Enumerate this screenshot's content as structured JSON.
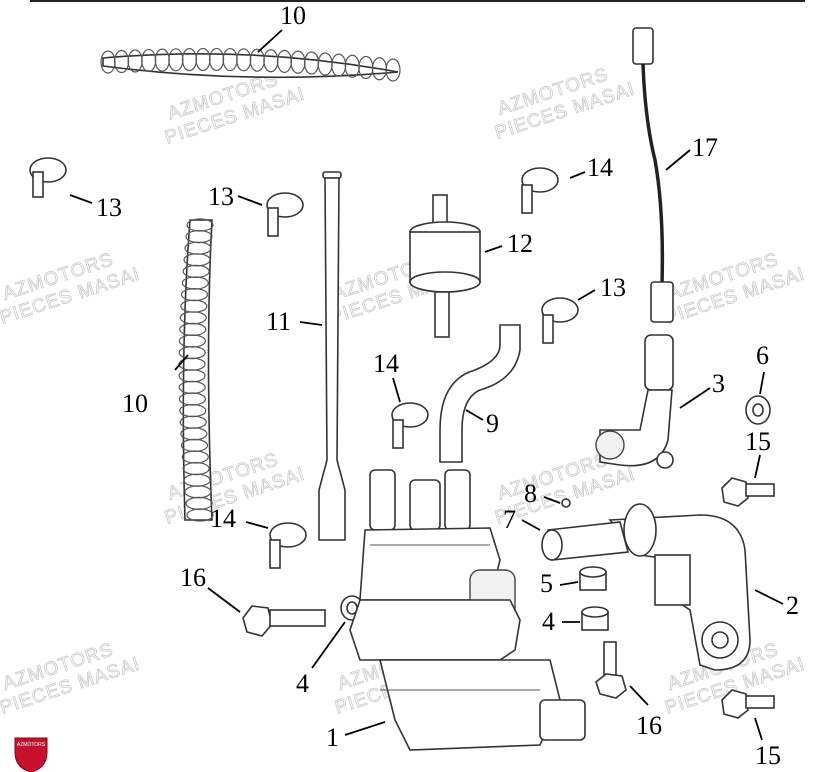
{
  "watermark": {
    "line1": "AZMOTORS",
    "line2": "PIECES MASAI"
  },
  "logo_text": "AZMOTORS",
  "callouts": [
    {
      "id": "10-top",
      "label": "10"
    },
    {
      "id": "10-left",
      "label": "10"
    },
    {
      "id": "13-left",
      "label": "13"
    },
    {
      "id": "13-mid",
      "label": "13"
    },
    {
      "id": "13-right",
      "label": "13"
    },
    {
      "id": "14-top",
      "label": "14"
    },
    {
      "id": "14-mid",
      "label": "14"
    },
    {
      "id": "14-low",
      "label": "14"
    },
    {
      "id": "17",
      "label": "17"
    },
    {
      "id": "12",
      "label": "12"
    },
    {
      "id": "11",
      "label": "11"
    },
    {
      "id": "9",
      "label": "9"
    },
    {
      "id": "3",
      "label": "3"
    },
    {
      "id": "6",
      "label": "6"
    },
    {
      "id": "15-top",
      "label": "15"
    },
    {
      "id": "15-bottom",
      "label": "15"
    },
    {
      "id": "8",
      "label": "8"
    },
    {
      "id": "7",
      "label": "7"
    },
    {
      "id": "5",
      "label": "5"
    },
    {
      "id": "4-right",
      "label": "4"
    },
    {
      "id": "4-left",
      "label": "4"
    },
    {
      "id": "2",
      "label": "2"
    },
    {
      "id": "16-left",
      "label": "16"
    },
    {
      "id": "16-right",
      "label": "16"
    },
    {
      "id": "1",
      "label": "1"
    }
  ]
}
